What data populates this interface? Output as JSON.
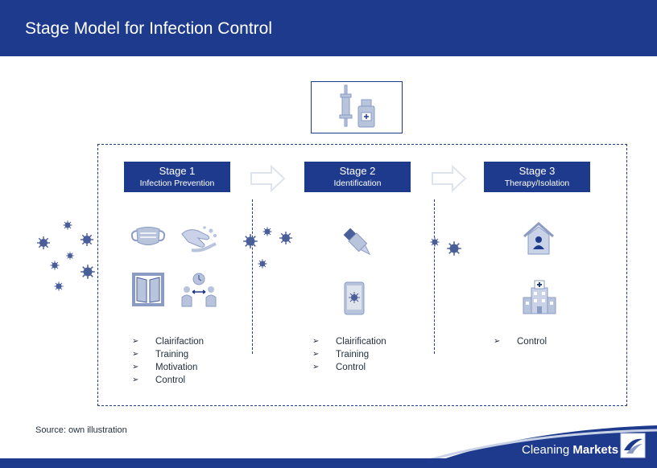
{
  "header": {
    "title": "Stage Model for Infection Control"
  },
  "stages": [
    {
      "title": "Stage 1",
      "subtitle": "Infection Prevention",
      "bullets": [
        "Clairifaction",
        "Training",
        "Motivation",
        "Control"
      ],
      "icons": [
        "face-mask-icon",
        "hand-washing-icon",
        "window-icon",
        "social-distance-icon"
      ]
    },
    {
      "title": "Stage 2",
      "subtitle": "Identification",
      "bullets": [
        "Clairification",
        "Training",
        "Control"
      ],
      "icons": [
        "test-swab-icon",
        "phone-virus-icon"
      ]
    },
    {
      "title": "Stage 3",
      "subtitle": "Therapy/Isolation",
      "bullets": [
        "Control"
      ],
      "icons": [
        "home-isolation-icon",
        "hospital-icon"
      ]
    }
  ],
  "top_icons": [
    "syringe-icon",
    "vaccine-vial-icon"
  ],
  "bullet_marker": "➢",
  "source": "Source: own illustration",
  "footer": {
    "brand_regular": "Cleaning",
    "brand_bold": "Markets"
  },
  "colors": {
    "primary": "#1e3a8c",
    "icon_light": "#b8c3dc",
    "icon_mid": "#8a9bc4",
    "virus": "#4a5f99"
  }
}
